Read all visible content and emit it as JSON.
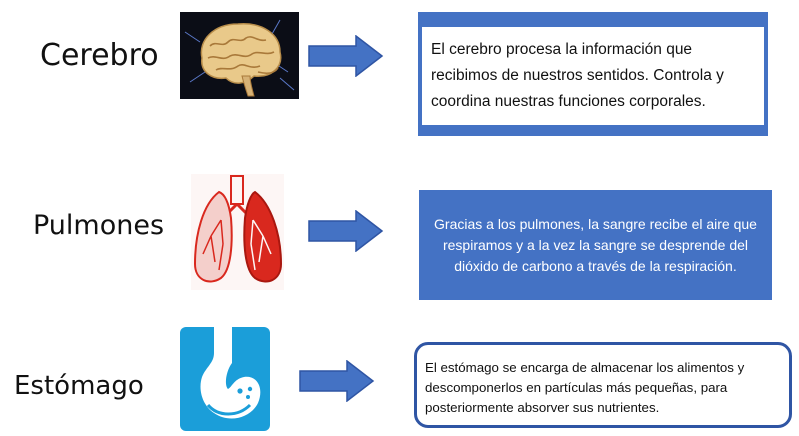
{
  "organs": [
    {
      "name": "Cerebro",
      "description": "El cerebro procesa la información que recibimos de nuestros sentidos. Controla y coordina nuestras funciones corporales."
    },
    {
      "name": "Pulmones",
      "description": "Gracias a los pulmones, la sangre recibe el aire que respiramos y  a la vez la sangre se desprende del dióxido de carbono a través de la respiración."
    },
    {
      "name": "Estómago",
      "description": "El estómago se encarga de almacenar los alimentos y descomponerlos en partículas más pequeñas, para posteriormente absorver sus nutrientes."
    }
  ],
  "colors": {
    "arrow": "#4472c4",
    "box_fill": "#4472c4",
    "box_border": "#2f55a4",
    "stomach_bg": "#1b9ed9",
    "lung_red": "#d9281e",
    "brain": "#e9c98a"
  },
  "icons": [
    "brain-icon",
    "lungs-icon",
    "stomach-icon"
  ]
}
